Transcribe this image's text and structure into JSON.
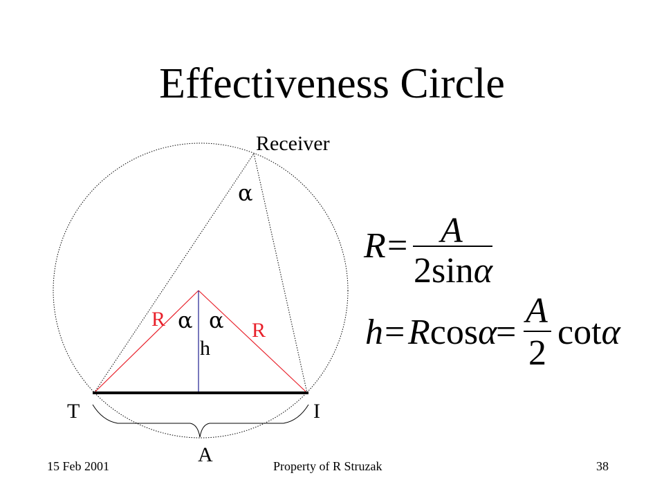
{
  "title": "Effectiveness Circle",
  "diagram": {
    "receiver_label": "Receiver",
    "alpha_top": "α",
    "alpha_left": "α",
    "alpha_right": "α",
    "radius_left": "R",
    "radius_right": "R",
    "height_label": "h",
    "point_t": "T",
    "point_i": "I",
    "arc_label": "A",
    "accent_red": "#e8202a",
    "accent_blue": "#1f1f8f"
  },
  "equations": {
    "eq1": {
      "lhs": "R",
      "equals": "=",
      "numerator": "A",
      "denominator_coef": "2",
      "denominator_fn": "sin",
      "denominator_var": "α"
    },
    "eq2": {
      "lhs": "h",
      "equals1": "=",
      "term1_var": "R",
      "term1_fn": "cos",
      "term1_angle": "α",
      "equals2": "=",
      "numerator": "A",
      "denominator": "2",
      "fn2": "cot",
      "angle2": "α"
    }
  },
  "footer": {
    "date": "15 Feb 2001",
    "owner": "Property of  R Struzak",
    "page": "38"
  }
}
